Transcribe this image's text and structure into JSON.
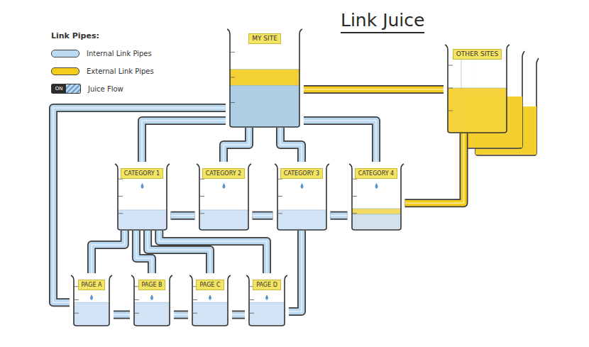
{
  "diagram": {
    "title": "Link Juice",
    "nodes": [
      {
        "text": [
          "MY SITE"
        ]
      },
      {
        "text": [
          "OTHER SITES"
        ]
      },
      {
        "text": [
          "CATEGORY 1"
        ]
      },
      {
        "text": [
          "CATEGORY 2"
        ]
      },
      {
        "text": [
          "CATEGORY 3"
        ]
      },
      {
        "text": [
          "CATEGORY 4"
        ]
      },
      {
        "text": [
          "PAGE A"
        ]
      },
      {
        "text": [
          "PAGE B"
        ]
      },
      {
        "text": [
          "PAGE C"
        ]
      },
      {
        "text": [
          "PAGE D"
        ]
      }
    ],
    "edges": [
      {
        "from": 0,
        "to": 1,
        "arrow": "none"
      },
      {
        "from": 0,
        "to": 2,
        "arrow": "none"
      },
      {
        "from": 0,
        "to": 3,
        "arrow": "none"
      },
      {
        "from": 0,
        "to": 4,
        "arrow": "none"
      },
      {
        "from": 0,
        "to": 5,
        "arrow": "none"
      },
      {
        "from": 0,
        "to": 6,
        "arrow": "none"
      },
      {
        "from": 2,
        "to": 3,
        "arrow": "none"
      },
      {
        "from": 3,
        "to": 4,
        "arrow": "none"
      },
      {
        "from": 4,
        "to": 5,
        "arrow": "none"
      },
      {
        "from": 2,
        "to": 6,
        "arrow": "none"
      },
      {
        "from": 2,
        "to": 7,
        "arrow": "none"
      },
      {
        "from": 2,
        "to": 8,
        "arrow": "none"
      },
      {
        "from": 2,
        "to": 9,
        "arrow": "none"
      },
      {
        "from": 6,
        "to": 7,
        "arrow": "none"
      },
      {
        "from": 7,
        "to": 8,
        "arrow": "none"
      },
      {
        "from": 8,
        "to": 9,
        "arrow": "none"
      },
      {
        "from": 4,
        "to": 9,
        "arrow": "none"
      },
      {
        "from": 1,
        "to": 5,
        "arrow": "none"
      }
    ],
    "labels": [
      "Link Pipes:",
      "ON"
    ],
    "legend": [
      {
        "text": "Internal Link Pipes",
        "color": "#bcd9f2"
      },
      {
        "text": "External Link Pipes",
        "color": "#f4cd1c"
      },
      {
        "text": "Juice Flow"
      }
    ]
  }
}
